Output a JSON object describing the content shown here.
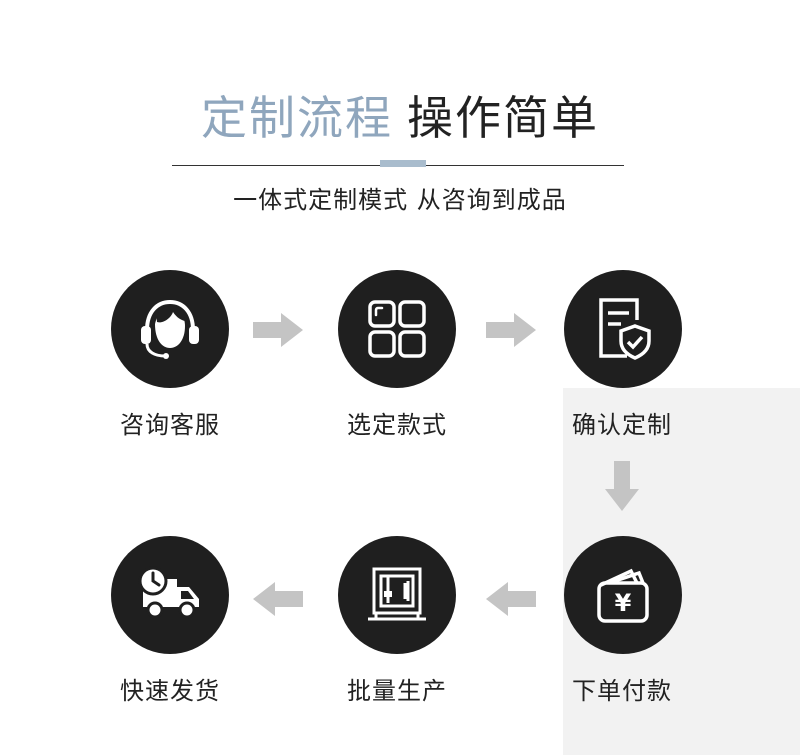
{
  "header": {
    "title_accent": "定制流程",
    "title_main": "操作简单",
    "subtitle": "一体式定制模式  从咨询到成品"
  },
  "steps": [
    {
      "label": "咨询客服",
      "icon": "customer-service-headset-icon"
    },
    {
      "label": "选定款式",
      "icon": "grid-style-icon"
    },
    {
      "label": "确认定制",
      "icon": "document-shield-icon"
    },
    {
      "label": "下单付款",
      "icon": "wallet-yen-icon"
    },
    {
      "label": "批量生产",
      "icon": "production-machine-icon"
    },
    {
      "label": "快速发货",
      "icon": "delivery-truck-clock-icon"
    }
  ],
  "colors": {
    "accent": "#8fa6bd",
    "accent_bar": "#a9bccd",
    "dark": "#222222",
    "circle": "#1f1f1f",
    "arrow": "#c4c4c4",
    "panel": "#f2f2f2"
  },
  "yen_symbol": "¥"
}
